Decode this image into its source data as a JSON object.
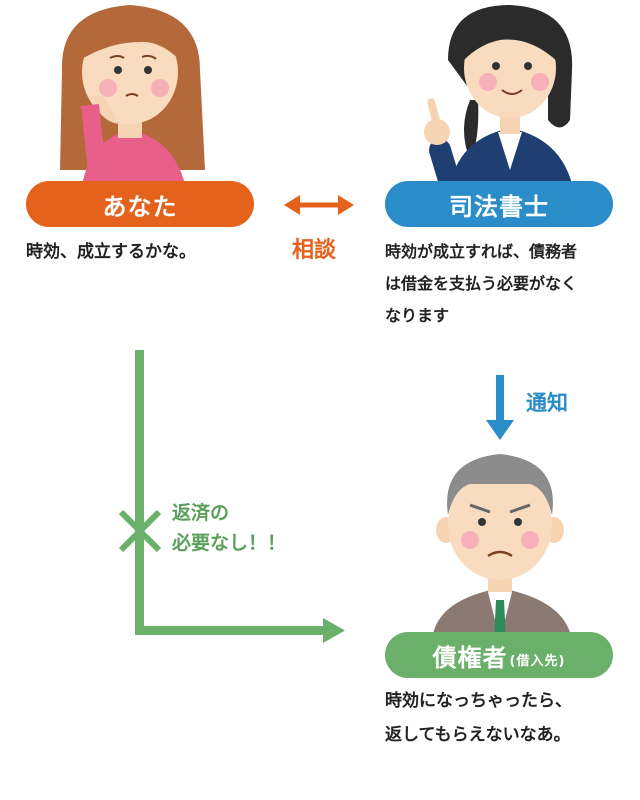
{
  "people": {
    "you": {
      "label": "あなた",
      "thought": "時効、成立するかな。",
      "color": "#e4621b"
    },
    "lawyer": {
      "label": "司法書士",
      "note_lines": [
        "時効が成立すれば、債務者",
        "は借金を支払う必要がなく",
        "なります"
      ],
      "color": "#2a8cc8"
    },
    "creditor": {
      "label": "債権者",
      "sub": "(借入先)",
      "speech_lines": [
        "時効になっちゃったら、",
        "返してもらえないなあ。"
      ],
      "color": "#6aaf6a"
    }
  },
  "relations": {
    "consult": "相談",
    "notice": "通知",
    "no_repay_lines": [
      "返済の",
      "必要なし！！"
    ]
  },
  "colors": {
    "consult_arrow": "#e4621b",
    "notice_arrow": "#2a8cc8",
    "repay_line": "#6aaf6a"
  }
}
